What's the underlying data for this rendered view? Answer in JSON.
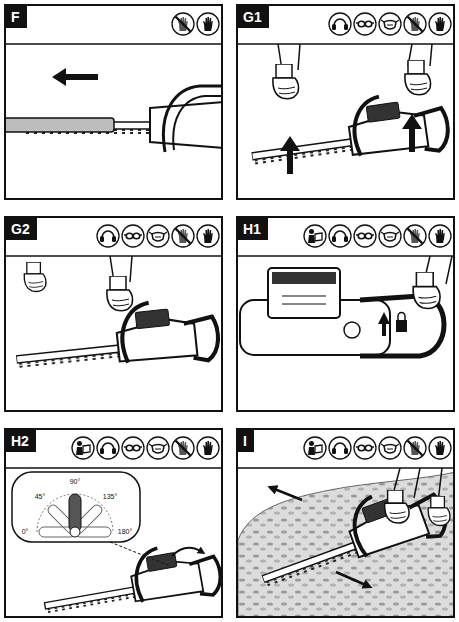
{
  "diagram": {
    "nodes": [
      {
        "text": [
          "F"
        ]
      },
      {
        "text": [
          "G1"
        ]
      },
      {
        "text": [
          "G2"
        ]
      },
      {
        "text": [
          "H1"
        ]
      },
      {
        "text": [
          "H2"
        ]
      },
      {
        "text": [
          "I"
        ]
      }
    ],
    "labels": [
      "90°",
      "45°",
      "135°",
      "0°",
      "180°"
    ]
  }
}
